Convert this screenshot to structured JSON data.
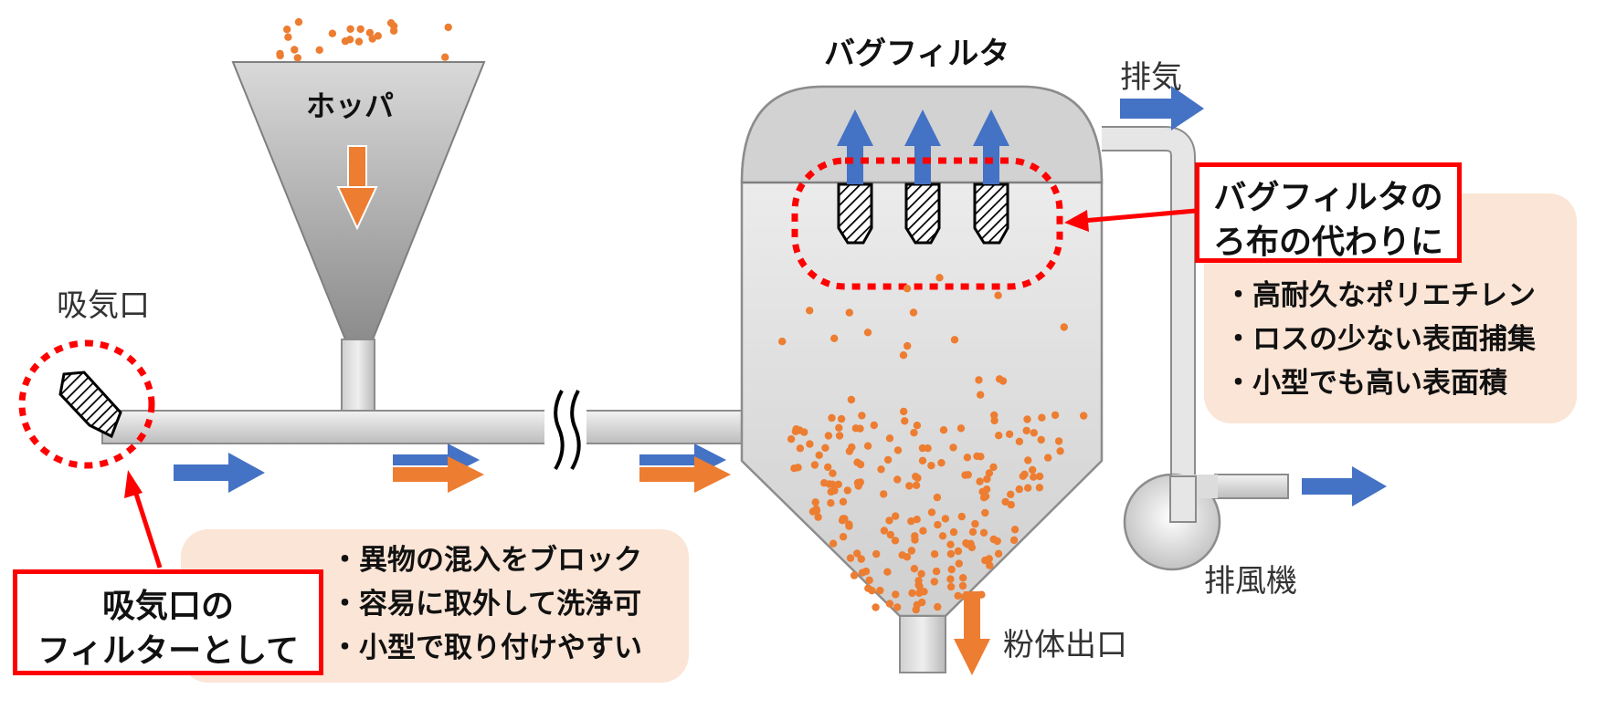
{
  "labels": {
    "bag_filter_title": "バグフィルタ",
    "exhaust": "排気",
    "hopper": "ホッパ",
    "intake": "吸気口",
    "fan": "排風機",
    "powder_outlet": "粉体出口"
  },
  "callouts": {
    "bag_filter_cloth": [
      "バグフィルタの",
      "ろ布の代わりに"
    ],
    "intake_filter": [
      "吸気口の",
      "フィルターとして"
    ]
  },
  "panels": {
    "bag_filter_benefits": [
      "・高耐久なポリエチレン",
      "・ロスの少ない表面捕集",
      "・小型でも高い表面積"
    ],
    "intake_benefits": [
      "・異物の混入をブロック",
      "・容易に取外して洗浄可",
      "・小型で取り付けやすい"
    ]
  },
  "colors": {
    "air_arrow": "#4472c4",
    "powder": "#ed7d31",
    "highlight": "#ff0000",
    "panel_bg": "#fbe5d6",
    "steel": "#bfbfbf"
  }
}
